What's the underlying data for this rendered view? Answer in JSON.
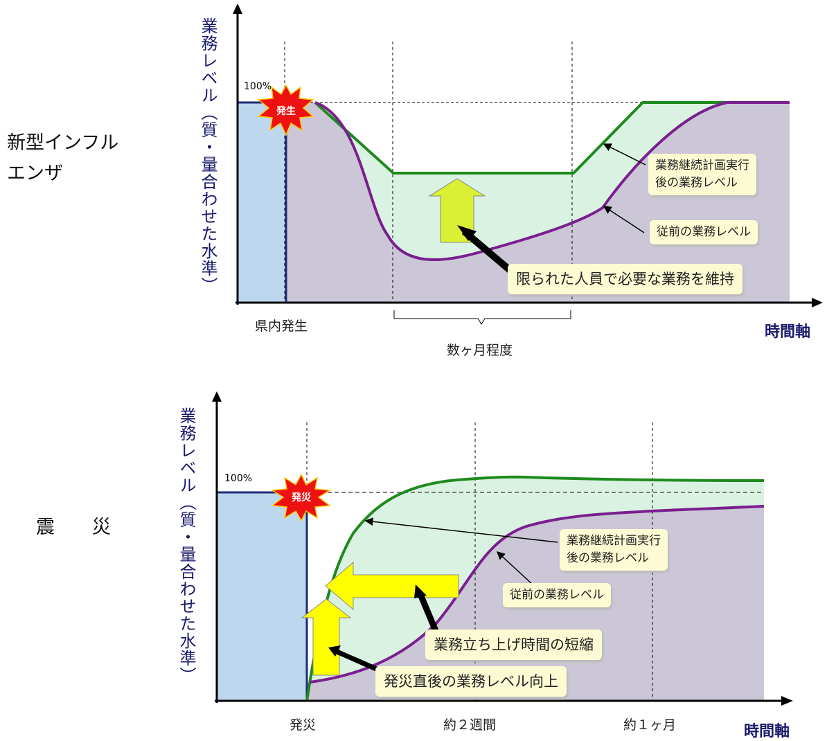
{
  "top": {
    "side_label": [
      "新型インフル",
      "エンザ"
    ],
    "y_axis_title": "業務レベル（質・量合わせた水準）",
    "x_axis_title": "時間軸",
    "pct_label": "100%",
    "burst_label": "発生",
    "x_labels": {
      "event": "県内発生",
      "span": "数ヶ月程度"
    },
    "callouts": {
      "bcp": [
        "業務継続計画実行",
        "後の業務レベル"
      ],
      "prev": "従前の業務レベル",
      "main": "限られた人員で必要な業務を維持"
    },
    "colors": {
      "bcp": "#1e8a1e",
      "prev": "#7a1f8f",
      "arrow": "#d9f034"
    }
  },
  "bottom": {
    "side_label": "震　　災",
    "y_axis_title": "業務レベル（質・量合わせた水準）",
    "x_axis_title": "時間軸",
    "pct_label": "100%",
    "burst_label": "発災",
    "x_labels": [
      "発災",
      "約２週間",
      "約１ヶ月"
    ],
    "callouts": {
      "bcp": [
        "業務継続計画実行",
        "後の業務レベル"
      ],
      "prev": "従前の業務レベル",
      "shorten": "業務立ち上げ時間の短縮",
      "improve": "発災直後の業務レベル向上"
    },
    "colors": {
      "bcp": "#1e8a1e",
      "prev": "#7a1f8f",
      "arrow": "#ffff00"
    }
  }
}
